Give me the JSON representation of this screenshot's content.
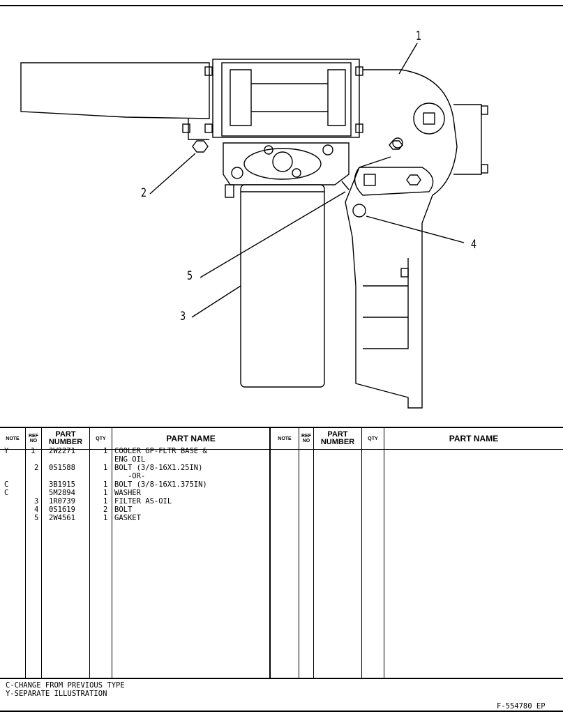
{
  "illustration": {
    "callouts": [
      "1",
      "2",
      "3",
      "4",
      "5"
    ]
  },
  "table": {
    "headers": {
      "note": "NOTE",
      "ref_no": "REF NO",
      "part_number": "PART NUMBER",
      "qty": "QTY",
      "part_name": "PART NAME"
    },
    "rows": [
      {
        "note": "Y",
        "ref": "1",
        "part": "2W2271",
        "qty": "1",
        "name": "COOLER GP-FLTR BASE &"
      },
      {
        "note": "",
        "ref": "",
        "part": "",
        "qty": "",
        "name": "ENG OIL"
      },
      {
        "note": "",
        "ref": "2",
        "part": "0S1588",
        "qty": "1",
        "name": "BOLT (3/8-16X1.25IN)"
      },
      {
        "note": "",
        "ref": "",
        "part": "",
        "qty": "",
        "name": "   -OR-"
      },
      {
        "note": "C",
        "ref": "",
        "part": "3B1915",
        "qty": "1",
        "name": "BOLT (3/8-16X1.375IN)"
      },
      {
        "note": "C",
        "ref": "",
        "part": "5M2894",
        "qty": "1",
        "name": "WASHER"
      },
      {
        "note": "",
        "ref": "3",
        "part": "1R0739",
        "qty": "1",
        "name": "FILTER AS-OIL"
      },
      {
        "note": "",
        "ref": "4",
        "part": "0S1619",
        "qty": "2",
        "name": "BOLT"
      },
      {
        "note": "",
        "ref": "5",
        "part": "2W4561",
        "qty": "1",
        "name": "GASKET"
      }
    ]
  },
  "footnotes": [
    "C-CHANGE FROM PREVIOUS TYPE",
    "Y-SEPARATE ILLUSTRATION"
  ],
  "figure_number": "F-554780 EP"
}
